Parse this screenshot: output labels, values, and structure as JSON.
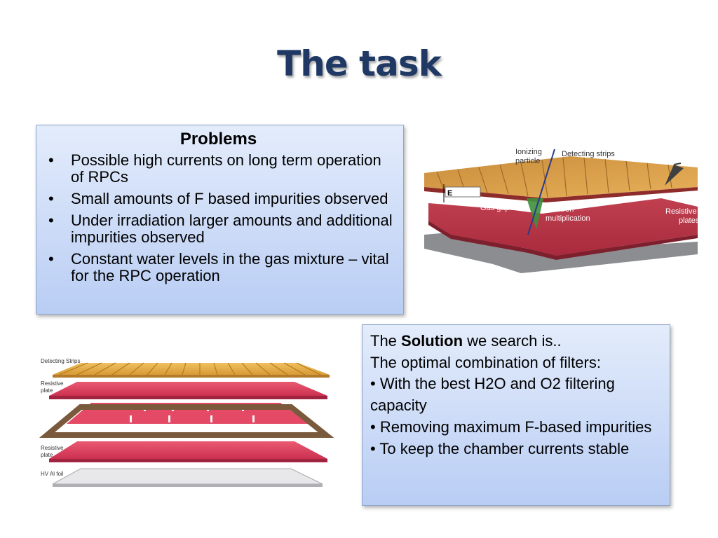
{
  "slide": {
    "title": "The task"
  },
  "problems": {
    "heading": "Problems",
    "items": [
      "Possible high currents on long term operation of RPCs",
      "Small amounts of F based impurities observed",
      "Under irradiation larger amounts and additional impurities observed",
      "Constant water levels in the gas mixture – vital for the RPC operation"
    ]
  },
  "solution": {
    "intro_prefix": "The ",
    "intro_bold": "Solution",
    "intro_suffix": " we search is..",
    "line2": "The optimal combination of filters:",
    "bullets": [
      "• With the best H2O and O2 filtering capacity",
      "• Removing maximum F-based impurities",
      "• To keep the chamber currents stable"
    ]
  },
  "diagram_rpc": {
    "labels": {
      "ionizing": "Ionizing",
      "particle": "particle",
      "detecting_strips": "Detecting strips",
      "e_field": "E",
      "gas_gap": "Gas gap",
      "electron": "Electron",
      "multiplication": "multiplication",
      "resistive": "Resistive",
      "plates": "plates"
    }
  },
  "diagram_layers": {
    "labels": {
      "detecting_strips": "Detecting Strips",
      "resistive_1": "Resistive",
      "plate_1": "plate",
      "resistive_2": "Resistive",
      "plate_2": "plate",
      "hv_foil": "HV Al foil"
    }
  },
  "colors": {
    "title": "#1f3864",
    "strips": "#e0a446",
    "plate": "#d13a55",
    "frame": "#7a5a3c"
  }
}
